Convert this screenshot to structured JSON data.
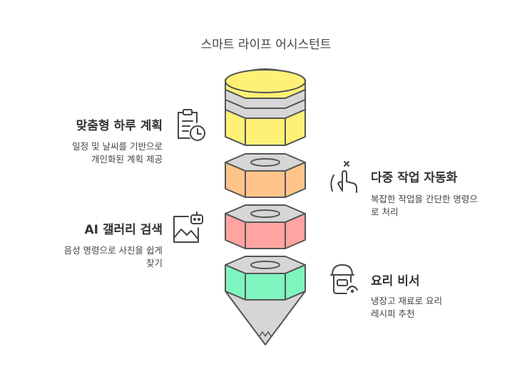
{
  "title": "스마트 라이프 어시스턴트",
  "features": [
    {
      "title": "맞춤형 하루 계획",
      "desc_line1": "일정 및 날씨를 기반으로",
      "desc_line2": "개인화된 계획 제공",
      "icon": "clipboard-clock-icon",
      "color": "#FFF176"
    },
    {
      "title": "다중 작업 자동화",
      "desc_line1": "복잡한 작업을 간단한 명령으",
      "desc_line2": "로 처리",
      "icon": "tap-hand-icon",
      "color": "#FFC48A"
    },
    {
      "title": "AI 갤러리 검색",
      "desc_line1": "음성 명령으로 사진을 쉽게",
      "desc_line2": "찾기",
      "icon": "image-bot-icon",
      "color": "#FFA4A0"
    },
    {
      "title": "요리 비서",
      "desc_line1": "냉장고 재료로 요리",
      "desc_line2": "레시피 추천",
      "icon": "chef-robot-icon",
      "color": "#7FF5BF"
    }
  ]
}
